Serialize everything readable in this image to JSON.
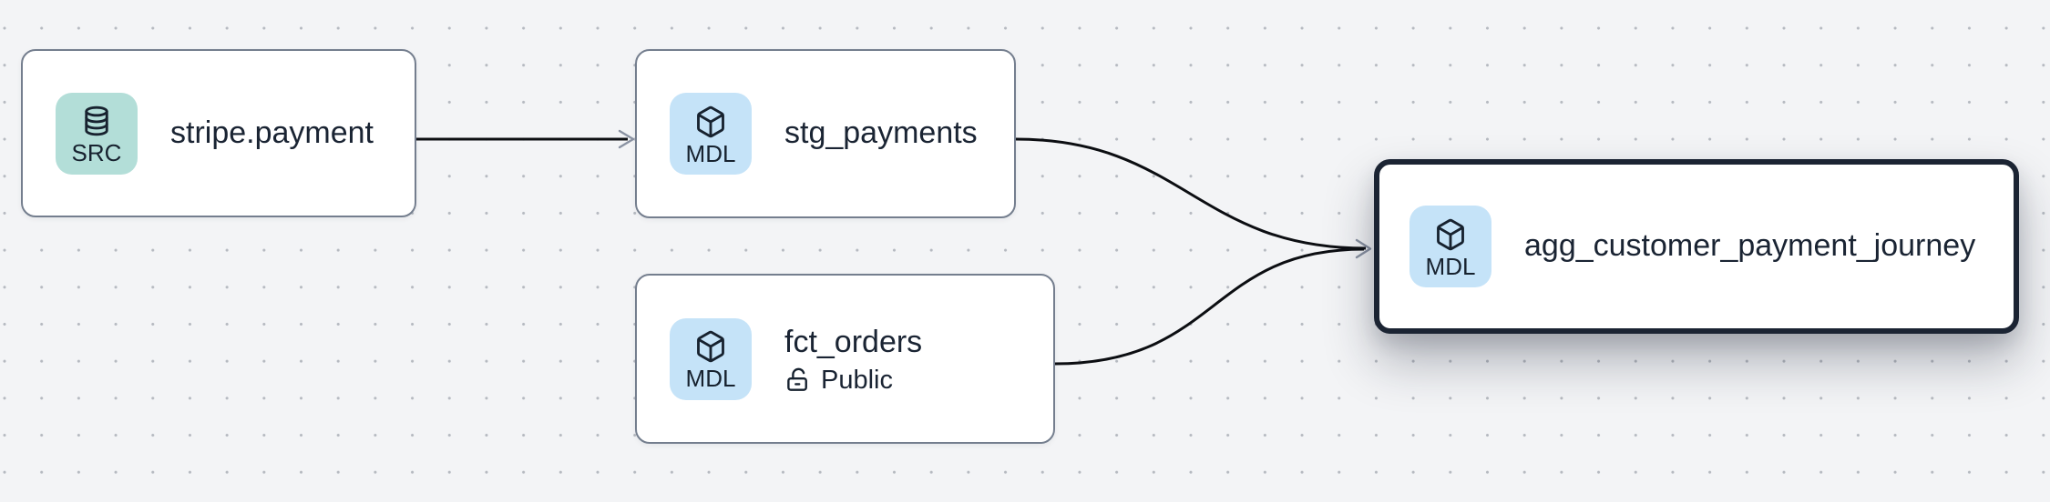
{
  "diagram": {
    "kind": "data-lineage-graph",
    "background_color": "#f3f4f6",
    "dot_grid_color": "#b5b9c0",
    "edge_color": "#0c0e12",
    "arrowhead_color": "#8a92a2",
    "node_border_color": "#747e8e",
    "selected_border_color": "#1b2433",
    "title_color": "#1a2433",
    "source_badge_color": "#b3ded8",
    "model_badge_color": "#c5e3f8"
  },
  "nodes": [
    {
      "id": "stripe.payment",
      "title": "stripe.payment",
      "badge": {
        "label": "SRC",
        "icon": "database-icon",
        "color": "#b3ded8"
      },
      "selected": false
    },
    {
      "id": "stg_payments",
      "title": "stg_payments",
      "badge": {
        "label": "MDL",
        "icon": "cube-icon",
        "color": "#c5e3f8"
      },
      "selected": false
    },
    {
      "id": "fct_orders",
      "title": "fct_orders",
      "badge": {
        "label": "MDL",
        "icon": "cube-icon",
        "color": "#c5e3f8"
      },
      "subtitle": {
        "label": "Public",
        "icon": "lock-open-icon"
      },
      "selected": false
    },
    {
      "id": "agg_customer_payment_journey",
      "title": "agg_customer_payment_journey",
      "badge": {
        "label": "MDL",
        "icon": "cube-icon",
        "color": "#c5e3f8"
      },
      "selected": true
    }
  ],
  "edges": [
    {
      "from": "stripe.payment",
      "to": "stg_payments"
    },
    {
      "from": "stg_payments",
      "to": "agg_customer_payment_journey"
    },
    {
      "from": "fct_orders",
      "to": "agg_customer_payment_journey"
    }
  ]
}
